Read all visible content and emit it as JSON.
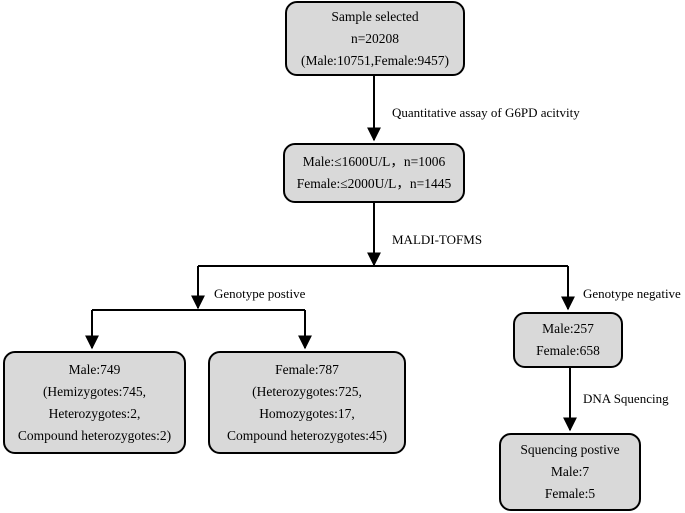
{
  "boxes": {
    "sample": [
      "Sample selected",
      "n=20208",
      "(Male:10751,Female:9457)"
    ],
    "threshold": [
      "Male:≤1600U/L，n=1006",
      "Female:≤2000U/L，n=1445"
    ],
    "male": [
      "Male:749",
      "(Hemizygotes:745,",
      "Heterozygotes:2,",
      "Compound heterozygotes:2)"
    ],
    "female": [
      "Female:787",
      "(Heterozygotes:725,",
      "Homozygotes:17,",
      "Compound heterozygotes:45)"
    ],
    "negative": [
      "Male:257",
      "Female:658"
    ],
    "sequencing": [
      "Squencing postive",
      "Male:7",
      "Female:5"
    ]
  },
  "labels": {
    "assay": "Quantitative assay of G6PD acitvity",
    "maldi": "MALDI-TOFMS",
    "positive": "Genotype postive",
    "negative": "Genotype negative",
    "dna": "DNA Squencing"
  }
}
